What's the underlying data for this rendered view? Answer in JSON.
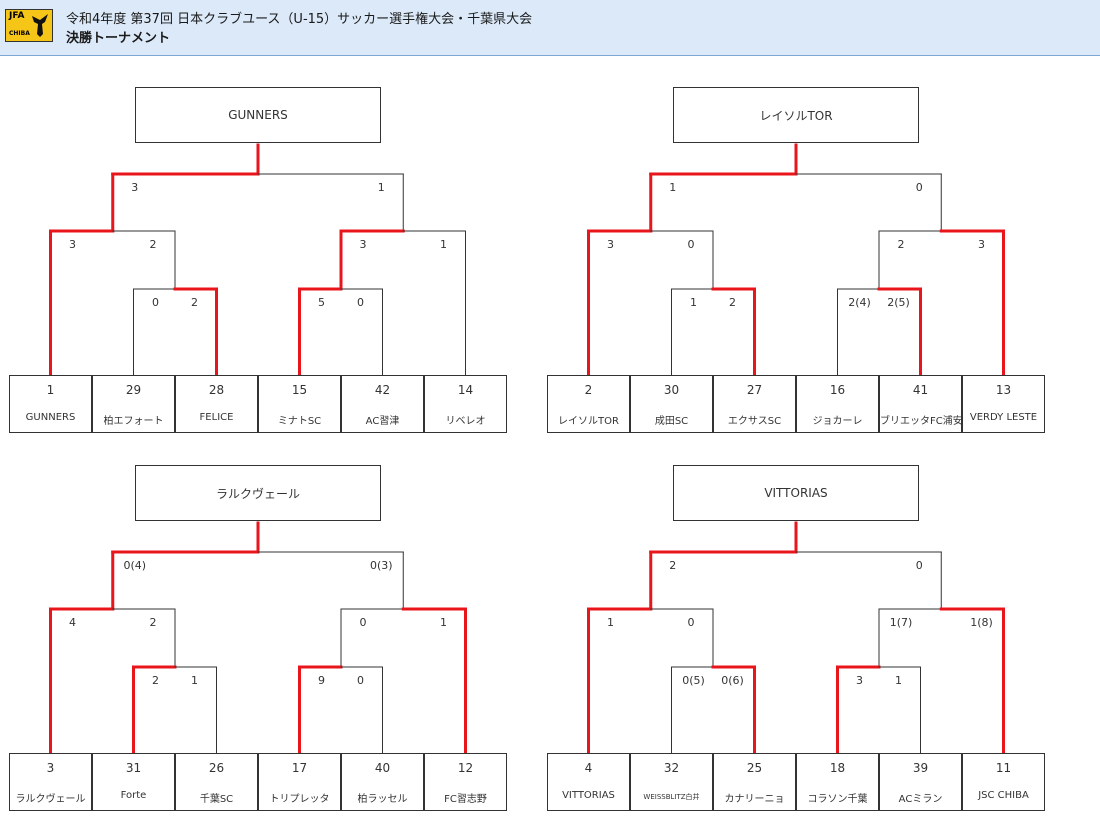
{
  "header": {
    "title": "令和4年度 第37回 日本クラブユース（U-15）サッカー選手権大会・千葉県大会",
    "subtitle": "決勝トーナメント",
    "logo_text": "JFA",
    "logo_sub": "CHIBA",
    "logo_icon": "bird-emblem-icon"
  },
  "colors": {
    "winner_line": "#e8161b",
    "line": "#333333",
    "header_bg": "#dbe9f9"
  },
  "brackets": [
    {
      "winner": "GUNNERS",
      "scores": {
        "final_left": "3",
        "final_right": "1",
        "semi_left_left": "3",
        "semi_left_right": "2",
        "semi_right_left": "3",
        "semi_right_right": "1",
        "qf_left_left": "0",
        "qf_left_right": "2",
        "qf_right_left": "5",
        "qf_right_right": "0"
      },
      "teams": [
        {
          "seed": "1",
          "name": "GUNNERS"
        },
        {
          "seed": "29",
          "name": "柏エフォート"
        },
        {
          "seed": "28",
          "name": "FELICE"
        },
        {
          "seed": "15",
          "name": "ミナトSC"
        },
        {
          "seed": "42",
          "name": "AC習津"
        },
        {
          "seed": "14",
          "name": "リベレオ"
        }
      ]
    },
    {
      "winner": "レイソルTOR",
      "scores": {
        "final_left": "1",
        "final_right": "0",
        "semi_left_left": "3",
        "semi_left_right": "0",
        "semi_right_left": "2",
        "semi_right_right": "3",
        "qf_left_left": "1",
        "qf_left_right": "2",
        "qf_right_left": "2(4)",
        "qf_right_right": "2(5)"
      },
      "teams": [
        {
          "seed": "2",
          "name": "レイソルTOR"
        },
        {
          "seed": "30",
          "name": "成田SC"
        },
        {
          "seed": "27",
          "name": "エクサスSC"
        },
        {
          "seed": "16",
          "name": "ジョカーレ"
        },
        {
          "seed": "41",
          "name": "ブリエッタFC浦安"
        },
        {
          "seed": "13",
          "name": "VERDY LESTE"
        }
      ]
    },
    {
      "winner": "ラルクヴェール",
      "scores": {
        "final_left": "0(4)",
        "final_right": "0(3)",
        "semi_left_left": "4",
        "semi_left_right": "2",
        "semi_right_left": "0",
        "semi_right_right": "1",
        "qf_left_left": "2",
        "qf_left_right": "1",
        "qf_right_left": "9",
        "qf_right_right": "0"
      },
      "teams": [
        {
          "seed": "3",
          "name": "ラルクヴェール"
        },
        {
          "seed": "31",
          "name": "Forte"
        },
        {
          "seed": "26",
          "name": "千葉SC"
        },
        {
          "seed": "17",
          "name": "トリプレッタ"
        },
        {
          "seed": "40",
          "name": "柏ラッセル"
        },
        {
          "seed": "12",
          "name": "FC習志野"
        }
      ]
    },
    {
      "winner": "VITTORIAS",
      "scores": {
        "final_left": "2",
        "final_right": "0",
        "semi_left_left": "1",
        "semi_left_right": "0",
        "semi_right_left": "1(7)",
        "semi_right_right": "1(8)",
        "qf_left_left": "0(5)",
        "qf_left_right": "0(6)",
        "qf_right_left": "3",
        "qf_right_right": "1"
      },
      "teams": [
        {
          "seed": "4",
          "name": "VITTORIAS"
        },
        {
          "seed": "32",
          "name": "WEISSBLITZ白井"
        },
        {
          "seed": "25",
          "name": "カナリーニョ"
        },
        {
          "seed": "18",
          "name": "コラソン千葉"
        },
        {
          "seed": "39",
          "name": "ACミラン"
        },
        {
          "seed": "11",
          "name": "JSC CHIBA"
        }
      ]
    }
  ]
}
